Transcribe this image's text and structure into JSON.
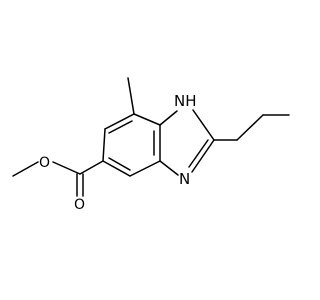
{
  "molecule": {
    "atoms": {
      "nh": "NH",
      "n": "N",
      "o_ester": "O",
      "o_carbonyl": "O"
    }
  }
}
